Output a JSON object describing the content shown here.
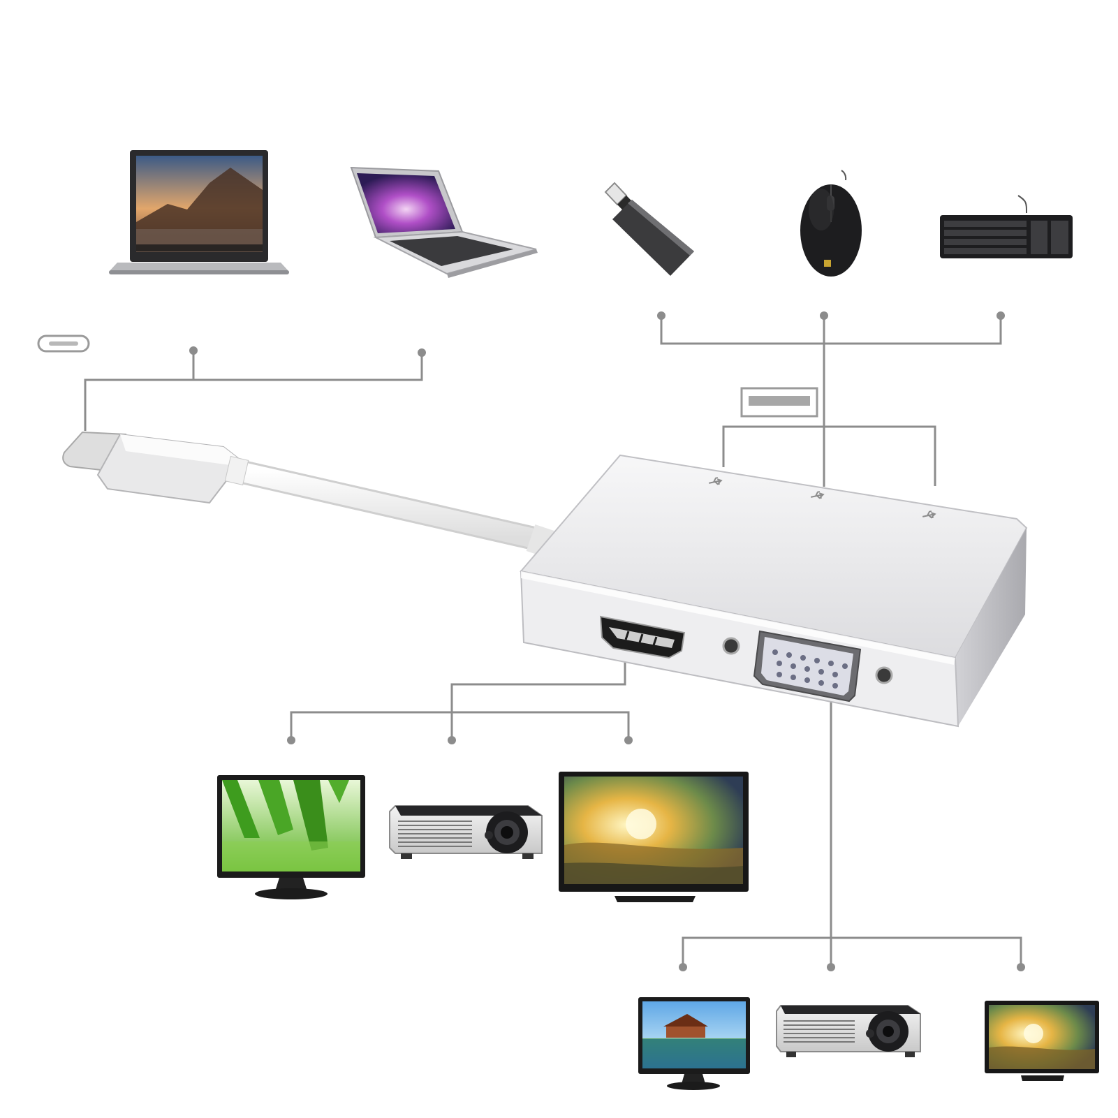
{
  "diagram": {
    "source": {
      "connector": "usb-type-c",
      "devices": [
        "laptop-chromebook",
        "laptop-macbook"
      ]
    },
    "hub": {
      "ports": [
        "usb-3-port",
        "usb-3-port",
        "usb-3-port",
        "hdmi-port",
        "vga-port"
      ],
      "port_icon": "usb-icon"
    },
    "usb_devices": [
      "usb-flash-drive",
      "mouse",
      "keyboard"
    ],
    "hdmi_devices": [
      "monitor",
      "projector",
      "tv"
    ],
    "vga_devices": [
      "monitor",
      "projector",
      "tv"
    ]
  },
  "colors": {
    "line": "#8c8c8c",
    "aluminum": "#e9e9eb",
    "aluminum_edge": "#b9b9bd",
    "device_dark": "#1e1e20",
    "cable": "#f4f4f4"
  }
}
